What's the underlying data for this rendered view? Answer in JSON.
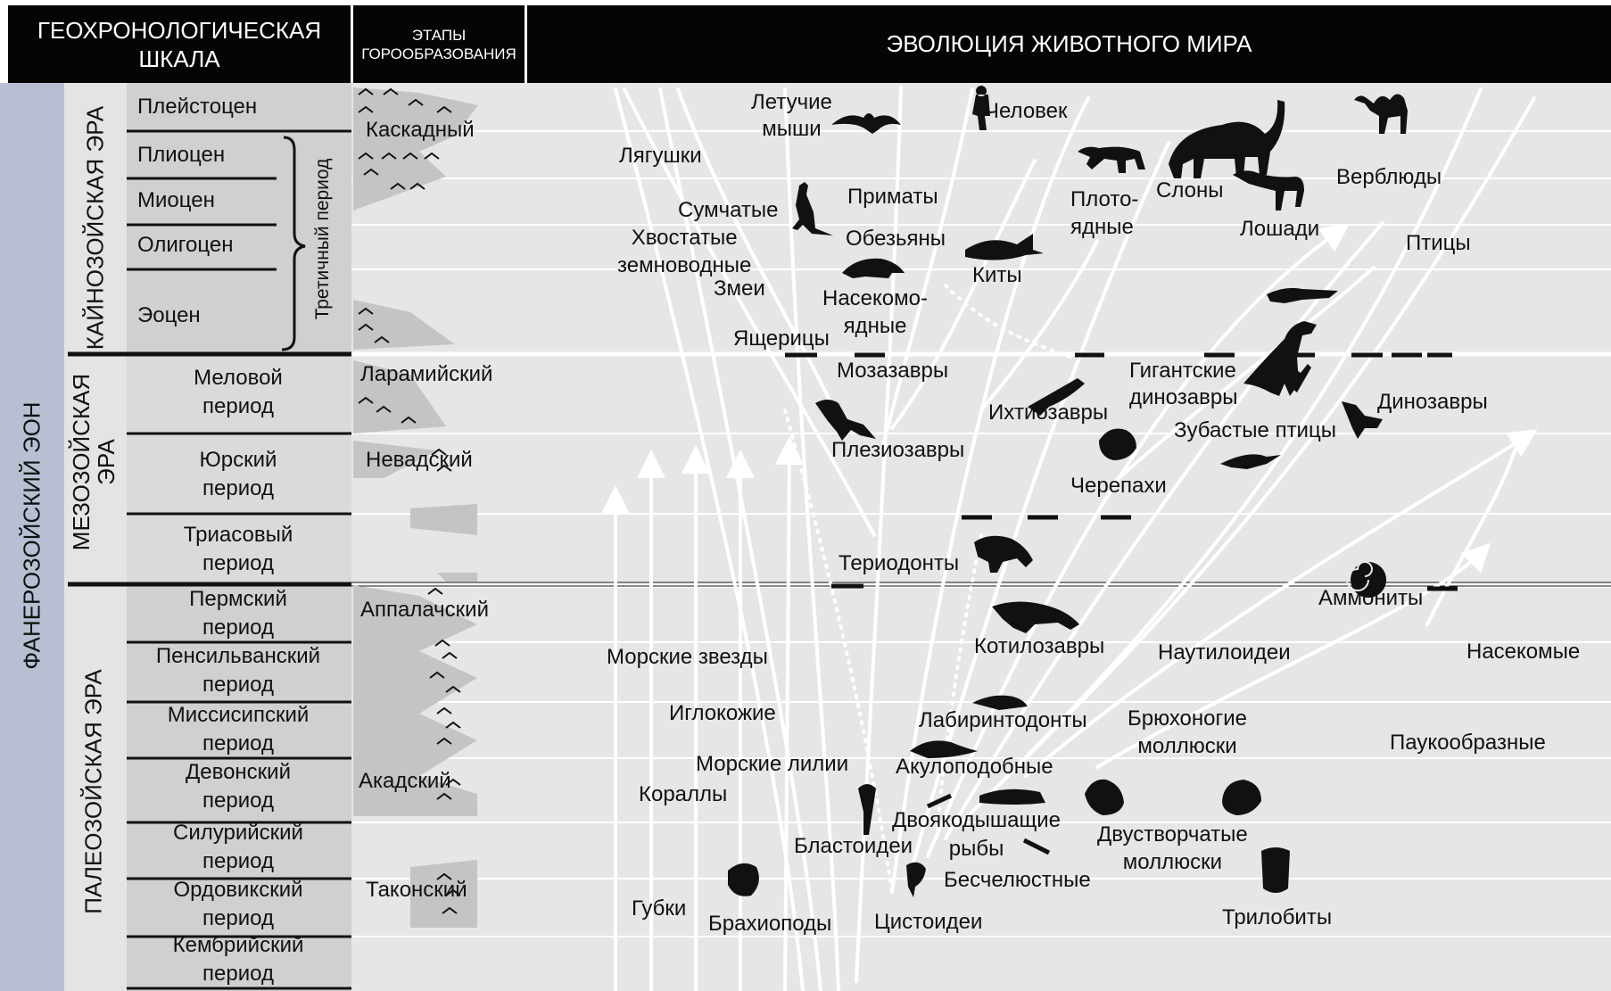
{
  "header": {
    "scale_line1": "ГЕОХРОНОЛОГИЧЕСКАЯ",
    "scale_line2": "ШКАЛА",
    "stages_line1": "ЭТАПЫ",
    "stages_line2": "ГОРООБРАЗОВАНИЯ",
    "evolution": "ЭВОЛЮЦИЯ ЖИВОТНОГО МИРА"
  },
  "eon": "ФАНЕРОЗОЙСКИЙ ЭОН",
  "eras": {
    "cenozoic": "КАЙНОЗОЙСКАЯ ЭРА",
    "mesozoic_line1": "МЕЗОЗОЙСКАЯ",
    "mesozoic_line2": "ЭРА",
    "paleozoic": "ПАЛЕОЗОЙСКАЯ ЭРА"
  },
  "tertiary": "Третичный период",
  "periods": {
    "pleistocene": "Плейстоцен",
    "pliocene": "Плиоцен",
    "miocene": "Миоцен",
    "oligocene": "Олигоцен",
    "eocene": "Эоцен",
    "cretaceous_1": "Меловой",
    "cretaceous_2": "период",
    "jurassic_1": "Юрский",
    "jurassic_2": "период",
    "triassic_1": "Триасовый",
    "triassic_2": "период",
    "permian_1": "Пермский",
    "permian_2": "период",
    "pennsylvanian_1": "Пенсильванский",
    "pennsylvanian_2": "период",
    "mississippian_1": "Миссисипский",
    "mississippian_2": "период",
    "devonian_1": "Девонский",
    "devonian_2": "период",
    "silurian_1": "Силурийский",
    "silurian_2": "период",
    "ordovician_1": "Ордовикский",
    "ordovician_2": "период",
    "cambrian_1": "Кембрийский",
    "cambrian_2": "период"
  },
  "orogeny": {
    "cascade": "Каскадный",
    "laramide": "Ларамийский",
    "nevadan": "Невадский",
    "appalachian": "Аппалачский",
    "acadian": "Акадский",
    "taconic": "Таконский"
  },
  "animals": {
    "bats_1": "Летучие",
    "bats_2": "мыши",
    "human": "Человек",
    "frogs": "Лягушки",
    "marsupials": "Сумчатые",
    "primates": "Приматы",
    "carnivores_1": "Плото-",
    "carnivores_2": "ядные",
    "elephants": "Слоны",
    "camels": "Верблюды",
    "horses": "Лошади",
    "birds": "Птицы",
    "urodeles_1": "Хвостатые",
    "urodeles_2": "земноводные",
    "snakes": "Змеи",
    "monkeys": "Обезьяны",
    "whales": "Киты",
    "insectivores_1": "Насекомо-",
    "insectivores_2": "ядные",
    "lizards": "Ящерицы",
    "mosasaurs": "Мозазавры",
    "giant_dinos_1": "Гигантские",
    "giant_dinos_2": "динозавры",
    "ichthyosaurs": "Ихтиозавры",
    "dinosaurs": "Динозавры",
    "toothed_birds": "Зубастые птицы",
    "plesiosaurs": "Плезиозавры",
    "turtles": "Черепахи",
    "therapsids": "Териодонты",
    "ammonites": "Аммониты",
    "starfish": "Морские звезды",
    "cotylosaurs": "Котилозавры",
    "nautiloids": "Наутилоидеи",
    "insects": "Насекомые",
    "echinoderms": "Иглокожие",
    "labyrinthodonts": "Лабиринтодонты",
    "gastropods_1": "Брюхоногие",
    "gastropods_2": "моллюски",
    "arachnids": "Паукообразные",
    "crinoids": "Морские лилии",
    "sharks": "Акулоподобные",
    "corals": "Кораллы",
    "lungfish_1": "Двоякодышащие",
    "lungfish_2": "рыбы",
    "bivalves_1": "Двустворчатые",
    "bivalves_2": "моллюски",
    "blastoids": "Бластоидеи",
    "agnathans": "Бесчелюстные",
    "sponges": "Губки",
    "brachiopods": "Брахиоподы",
    "cystoids": "Цистоидеи",
    "trilobites": "Трилобиты"
  },
  "icons": [
    "bat-icon",
    "human-icon",
    "kangaroo-icon",
    "elephant-icon",
    "camel-icon",
    "horse-icon",
    "sabertooth-icon",
    "whale-icon",
    "insectivore-icon",
    "crocodile-icon",
    "trex-icon",
    "ichthyosaur-icon",
    "plesiosaur-icon",
    "turtle-icon",
    "pterosaur-icon",
    "therapsid-icon",
    "ammonite-icon",
    "cotylosaur-icon",
    "labyrinthodont-icon",
    "shark-icon",
    "lungfish-icon",
    "gastropod-icon",
    "bivalve-icon",
    "blastoid-icon",
    "agnathan-icon",
    "brachiopod-icon",
    "trilobite-icon"
  ],
  "colors": {
    "header_bg": "#050505",
    "eon_band": "#b9bfd2",
    "era_column": "#e4e4e4",
    "period_cell": "#d0d0d0",
    "grid_bg": "#e6e6e6",
    "mountain_fill": "#c4c4c4",
    "arrow": "#ffffff",
    "silhouette": "#111111"
  }
}
